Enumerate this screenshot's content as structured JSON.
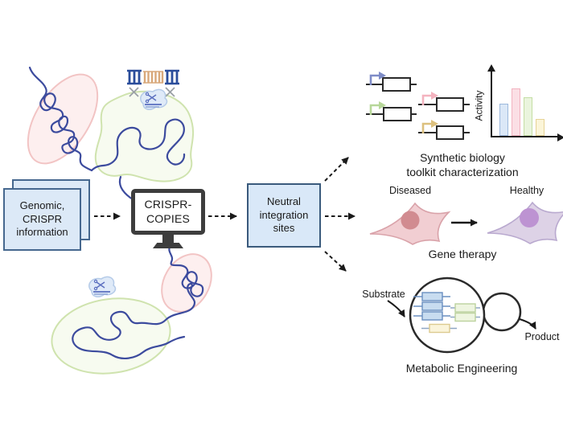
{
  "flow": {
    "input_box": "Genomic,\nCRISPR\ninformation",
    "tool_monitor": "CRISPR-\nCOPIES",
    "output_box": "Neutral\nintegration\nsites"
  },
  "applications": {
    "synthetic_biology": {
      "caption": "Synthetic biology\ntoolkit characterization"
    },
    "gene_therapy": {
      "before_label": "Diseased",
      "after_label": "Healthy",
      "caption": "Gene therapy"
    },
    "metabolic_engineering": {
      "input_label": "Substrate",
      "output_label": "Product",
      "caption": "Metabolic Engineering"
    }
  },
  "chart_data": {
    "type": "bar",
    "title": "",
    "xlabel": "",
    "ylabel": "Activity",
    "categories": [
      "blue-construct",
      "pink-construct",
      "green-construct",
      "yellow-construct"
    ],
    "values": [
      51,
      76,
      61,
      27
    ],
    "ylim": [
      0,
      100
    ],
    "tick_labels": [],
    "legend": "none",
    "bar_fill": [
      "#dbe8f7",
      "#fbdfe5",
      "#eaf4dd",
      "#fbf5d8"
    ],
    "bar_stroke": [
      "#9db8dc",
      "#f3b3c0",
      "#c4dea4",
      "#e6d396"
    ]
  },
  "icons": {
    "monitor": "computer-monitor-icon",
    "broken_dna": "dna-fragment-with-x-cuts-icon",
    "cas9": "cas9-scissors-icon",
    "chromatin": "tangled-dna-thread",
    "yeast": "budding-yeast-cell",
    "promoter": "bent-promoter-arrow"
  },
  "palette": {
    "thread_blue": "#3c4b9e",
    "blob_pink_fill": "#fdefef",
    "blob_pink_stroke": "#f2c4c4",
    "blob_green_fill": "#f7fbf0",
    "blob_green_stroke": "#cfe3ae",
    "cloud_fill": "#dfeaf8",
    "cloud_stroke": "#b5cbe8",
    "box_fill": "#dce9f7",
    "box_border": "#46688f",
    "monitor_frame": "#3d3d3d",
    "arrow_black": "#1a1a1a",
    "diseased_cell": "#f1ced2",
    "diseased_nucleus": "#d18b90",
    "healthy_cell": "#ddd2e6",
    "healthy_nucleus": "#bd93d2",
    "ladder_blue": "#2a4d9b",
    "ladder_tan": "#d8a87a"
  }
}
